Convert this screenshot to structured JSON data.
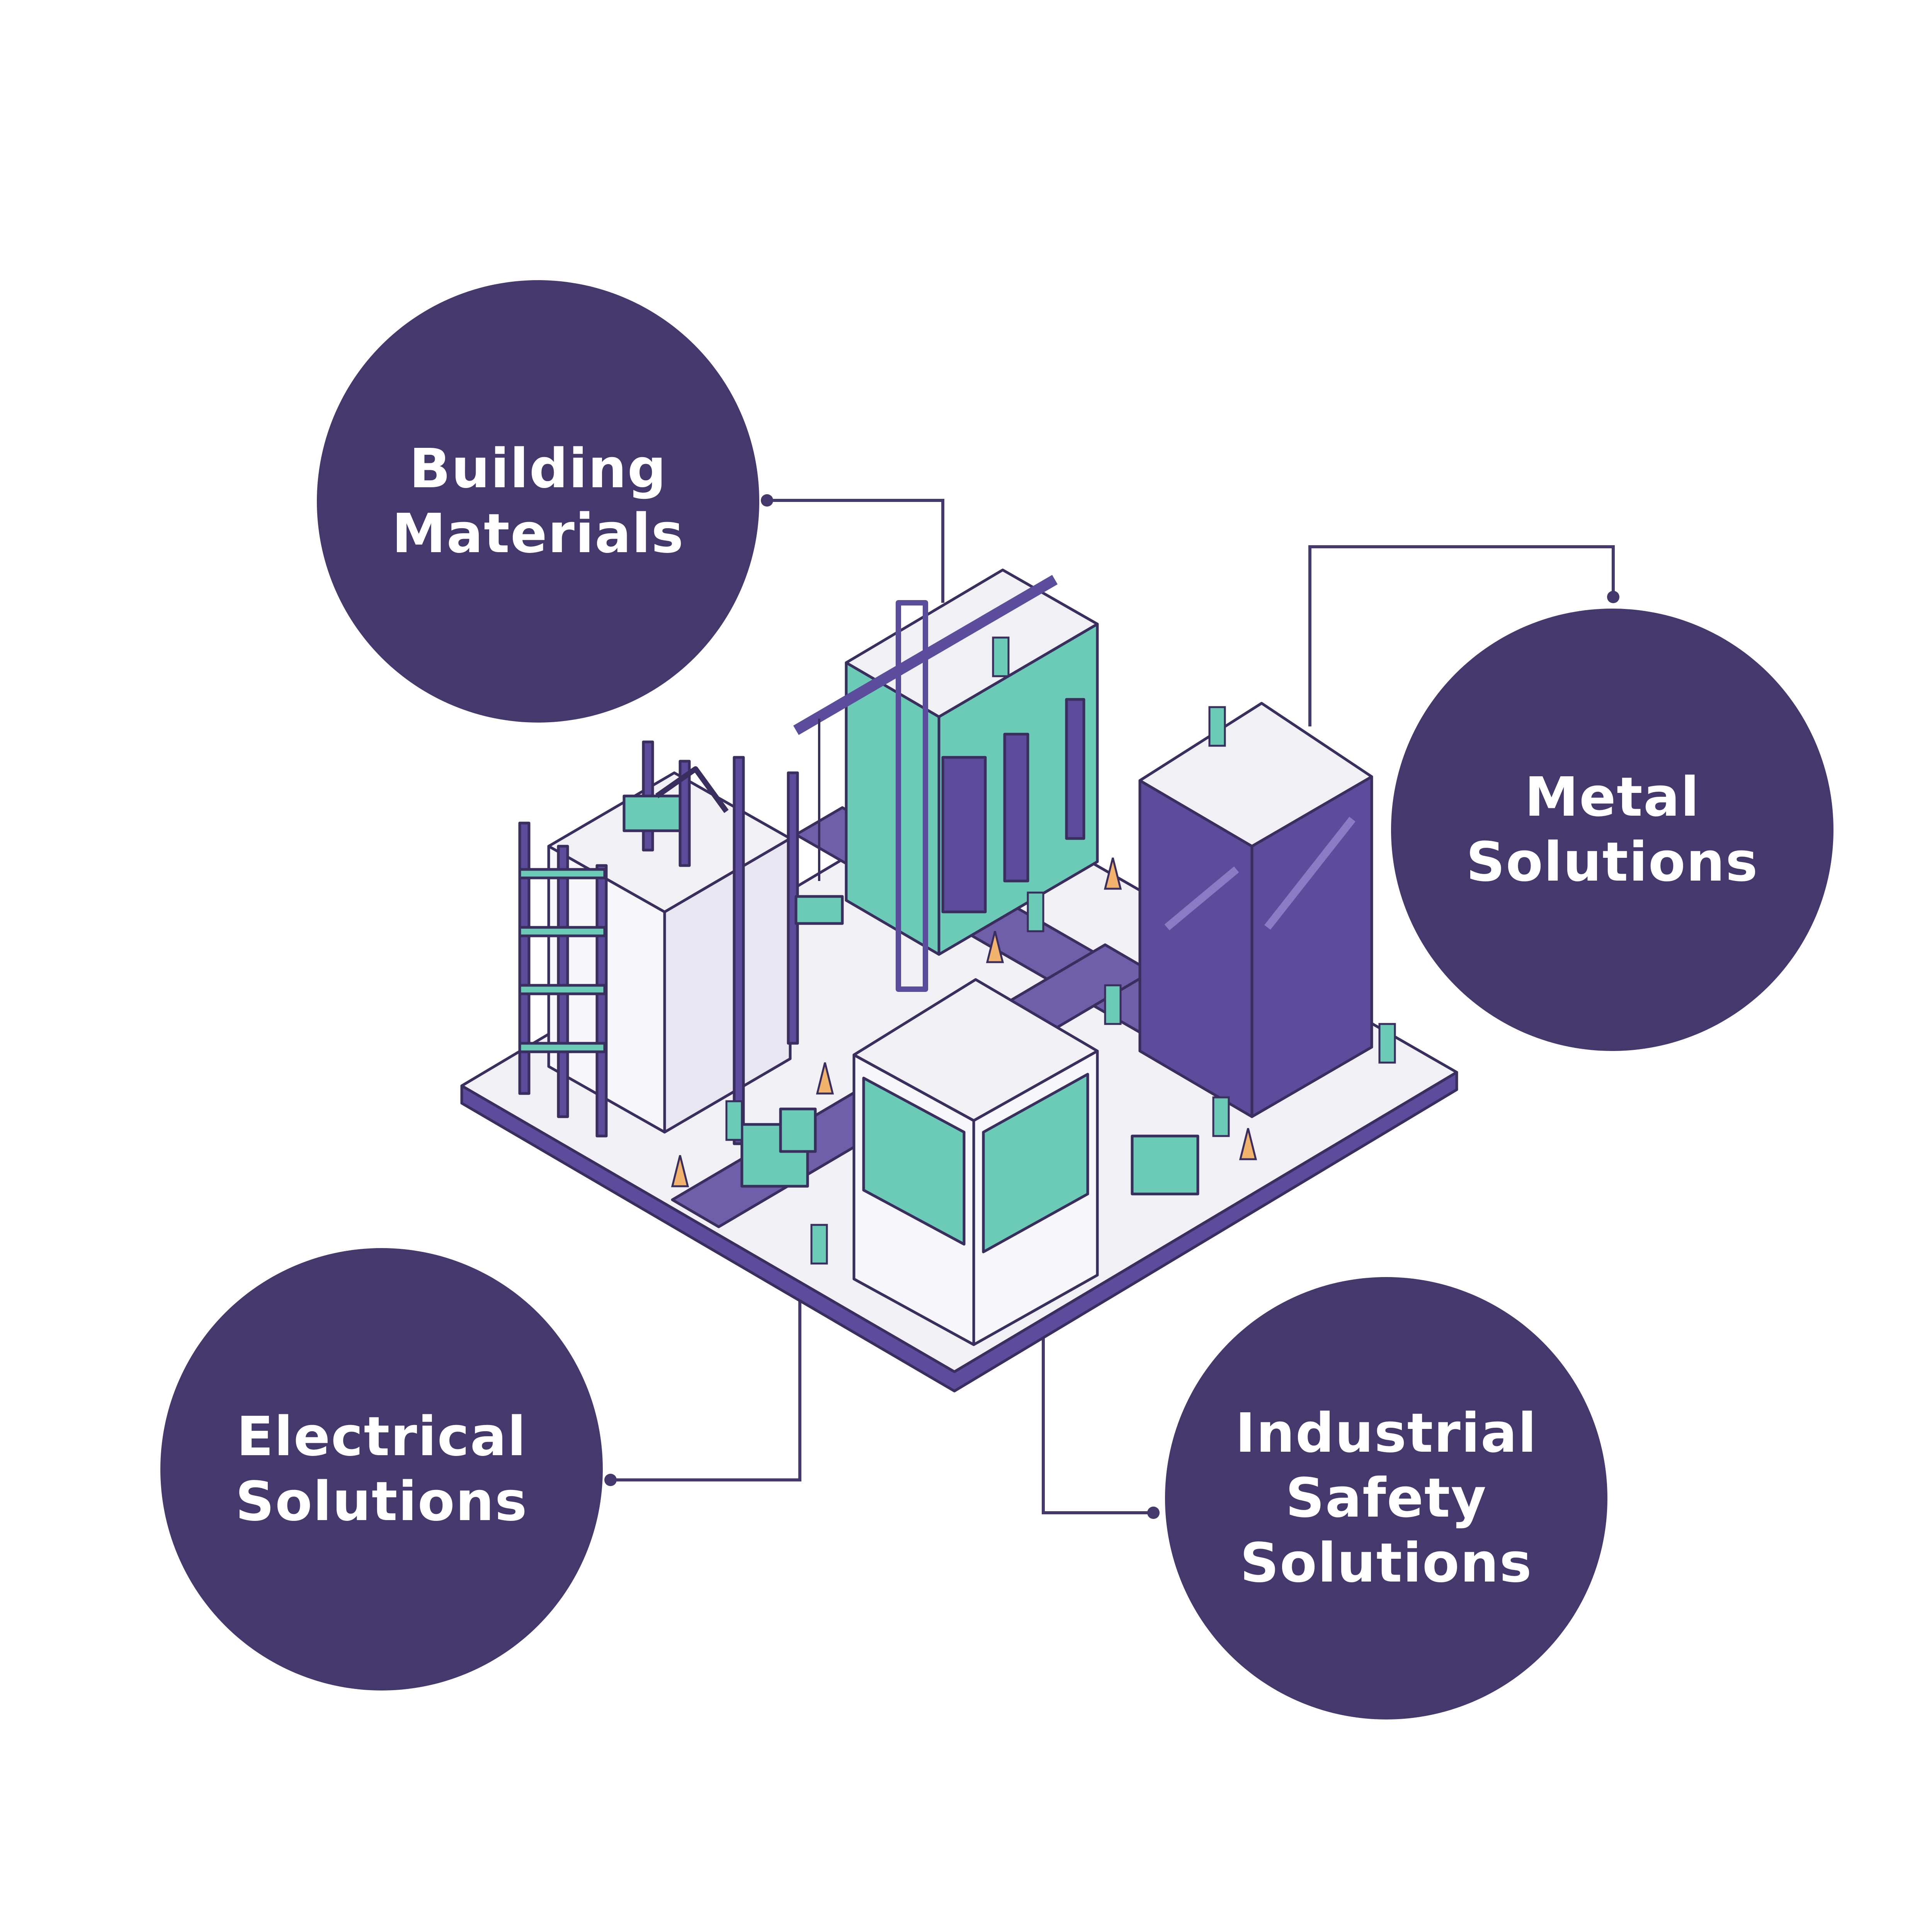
{
  "colors": {
    "brand": "#45386C",
    "road": "#6F5FA8",
    "teal": "#6CCBB7",
    "glass": "#5B4C9C",
    "pavement": "#F1F0F5",
    "cone": "#F2B46C",
    "outline": "#3A2E5E"
  },
  "hubs": {
    "building_materials": "Building\nMaterials",
    "metal_solutions": "Metal\nSolutions",
    "electrical_solutions": "Electrical\nSolutions",
    "industrial_safety_solutions": "Industrial\nSafety\nSolutions"
  },
  "illustration": {
    "subject": "isometric-construction-site",
    "icons": [
      "tower-crane-icon",
      "excavator-icon",
      "truck-icon",
      "forklift-icon",
      "worker-icon",
      "traffic-cone-icon"
    ]
  }
}
